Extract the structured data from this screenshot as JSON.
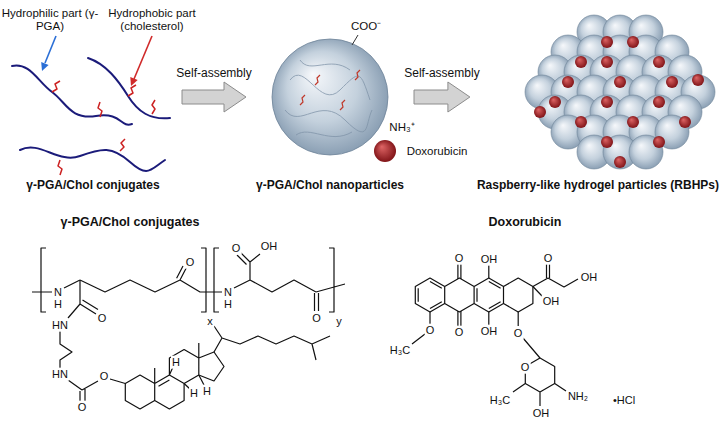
{
  "diagram": {
    "nodes": [
      {
        "text": [
          "γ-PGA/Chol conjugates"
        ]
      },
      {
        "text": [
          "γ-PGA/Chol nanoparticles"
        ]
      },
      {
        "text": [
          "Raspberry-like hydrogel particles (RBHPs)"
        ]
      }
    ],
    "edges": [
      {
        "from": 0,
        "to": 1,
        "arrow": "to",
        "label": "Self-assembly"
      },
      {
        "from": 1,
        "to": 2,
        "arrow": "to",
        "label": "Self-assembly"
      }
    ],
    "labels": [
      "Hydrophilic part (γ-PGA)",
      "Hydrophobic part (cholesterol)",
      "COO⁻",
      "NH₃⁺",
      "Doxorubicin",
      "γ-PGA/Chol conjugates",
      "Doxorubicin",
      "N",
      "H",
      "O",
      "HN",
      "HN",
      "O",
      "O",
      "O",
      "x",
      "N",
      "H",
      "O",
      "OH",
      "O",
      "y",
      "H",
      "H",
      "H",
      "O",
      "OH",
      "O",
      "OH",
      "OH",
      "O",
      "OH",
      "O",
      "H₃C",
      "O",
      "O",
      "H₃C",
      "NH₂",
      "OH",
      "•HCl"
    ]
  }
}
